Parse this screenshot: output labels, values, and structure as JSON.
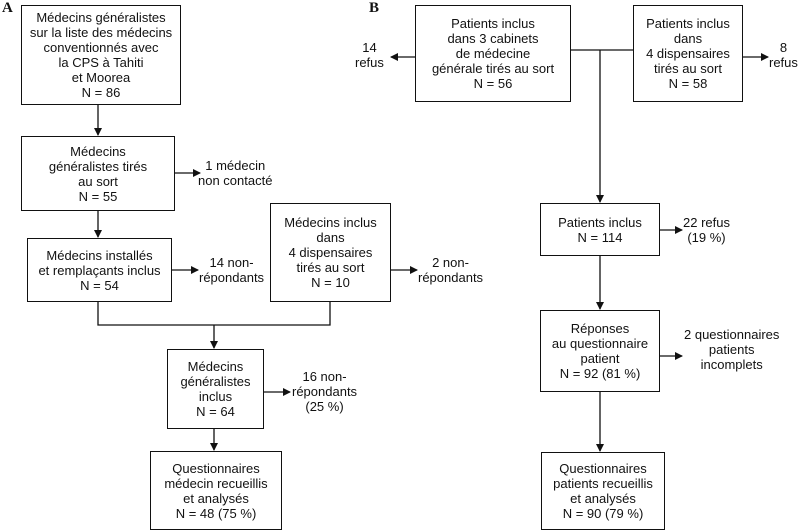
{
  "panel_a": {
    "label": "A",
    "box_med_gen": [
      "Médecins généralistes",
      "sur la liste des médecins",
      "conventionnés avec",
      "la CPS à Tahiti",
      "et Moorea",
      "N = 86"
    ],
    "box_tires": [
      "Médecins",
      "généralistes tirés",
      "au sort",
      "N = 55"
    ],
    "note_non_contacte": [
      "1 médecin",
      "non contacté"
    ],
    "box_installes": [
      "Médecins installés",
      "et remplaçants inclus",
      "N = 54"
    ],
    "note_14_non_rep": [
      "14 non-",
      "répondants"
    ],
    "box_dispensaires": [
      "Médecins inclus",
      "dans",
      "4 dispensaires",
      "tirés au sort",
      "N = 10"
    ],
    "note_2_non_rep": [
      "2 non-",
      "répondants"
    ],
    "box_inclus": [
      "Médecins",
      "généralistes",
      "inclus",
      "N = 64"
    ],
    "note_16_non_rep": [
      "16 non-",
      "répondants",
      "(25 %)"
    ],
    "box_questionnaires": [
      "Questionnaires",
      "médecin recueillis",
      "et analysés",
      "N = 48 (75 %)"
    ]
  },
  "panel_b": {
    "label": "B",
    "box_cabinets": [
      "Patients inclus",
      "dans 3 cabinets",
      "de médecine",
      "générale tirés au sort",
      "N = 56"
    ],
    "note_14_refus": [
      "14",
      "refus"
    ],
    "box_dispensaires": [
      "Patients inclus",
      "dans",
      "4 dispensaires",
      "tirés au sort",
      "N = 58"
    ],
    "note_8_refus": [
      "8",
      "refus"
    ],
    "box_patients_inclus": [
      "Patients inclus",
      "N = 114"
    ],
    "note_22_refus": [
      "22 refus",
      "(19 %)"
    ],
    "box_reponses": [
      "Réponses",
      "au questionnaire",
      "patient",
      "N = 92 (81 %)"
    ],
    "note_incomplets": [
      "2 questionnaires",
      "patients",
      "incomplets"
    ],
    "box_questionnaires": [
      "Questionnaires",
      "patients recueillis",
      "et analysés",
      "N = 90 (79 %)"
    ]
  }
}
